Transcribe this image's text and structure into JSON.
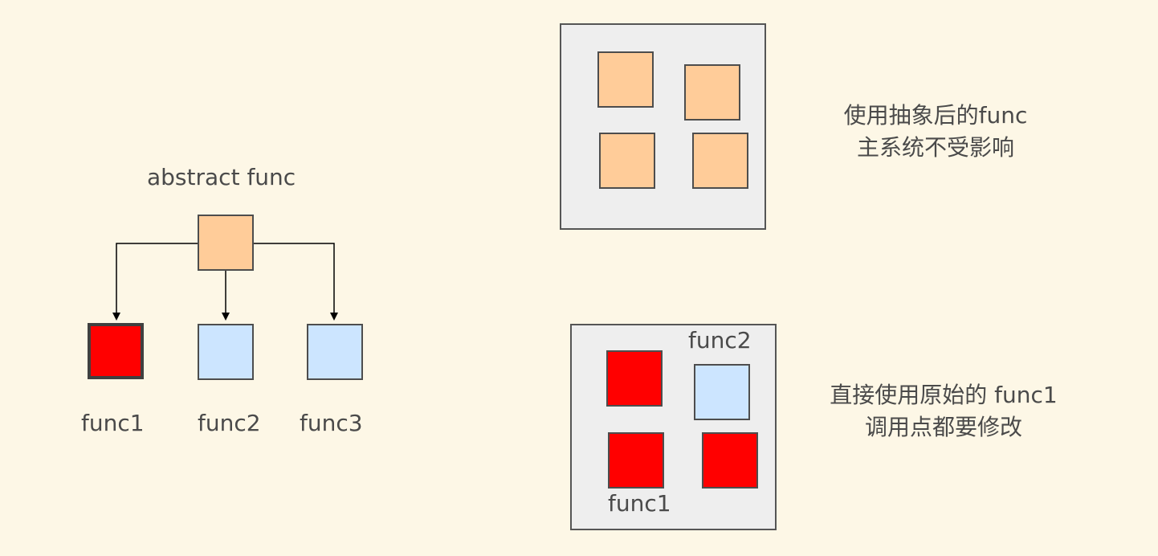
{
  "colors": {
    "background": "#fdf7e6",
    "abstract": "#ffcc99",
    "original": "#ff0000",
    "other": "#cce5ff",
    "panel": "#eeeeee"
  },
  "left": {
    "abstract_label": "abstract func",
    "children": [
      {
        "label": "func1",
        "kind": "original",
        "highlighted": true
      },
      {
        "label": "func2",
        "kind": "other"
      },
      {
        "label": "func3",
        "kind": "other"
      }
    ]
  },
  "top_right": {
    "caption_line1": "使用抽象后的func",
    "caption_line2": "主系统不受影响"
  },
  "bottom_right": {
    "func2_label": "func2",
    "func1_label": "func1",
    "caption_line1": "直接使用原始的 func1",
    "caption_line2": "调用点都要修改"
  }
}
